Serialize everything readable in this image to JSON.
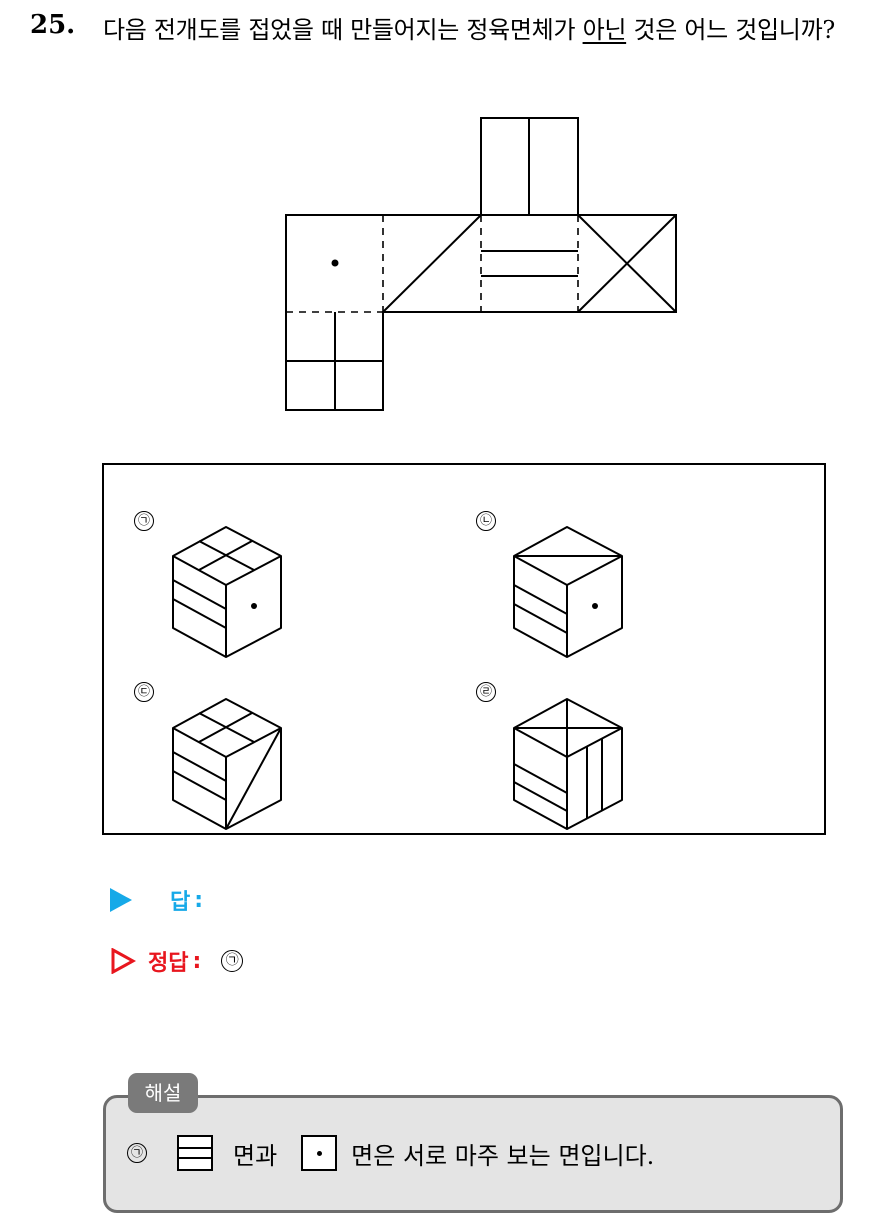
{
  "question": {
    "number": "25.",
    "text_before": "다음 전개도를 접었을 때 만들어지는 정육면체가 ",
    "text_underlined": "아닌",
    "text_after": " 것은 어느 것입니까?"
  },
  "choices": [
    {
      "label": "㉠"
    },
    {
      "label": "㉡"
    },
    {
      "label": "㉢"
    },
    {
      "label": "㉣"
    }
  ],
  "answer": {
    "blank_label": "답",
    "colon": ":",
    "correct_label": "정답",
    "correct_value": "㉠"
  },
  "explanation": {
    "tag": "해설",
    "marker": "㉠",
    "text1": "면과",
    "text2": "면은 서로 마주 보는 면입니다.",
    "icon1": "striped-face-icon",
    "icon2": "dot-face-icon"
  },
  "colors": {
    "answer_blank": "#16a9e8",
    "answer_correct": "#e8161e",
    "explanation_border": "#6d6d6d",
    "explanation_bg": "#e4e4e4",
    "explanation_tag": "#7a7a7a"
  }
}
